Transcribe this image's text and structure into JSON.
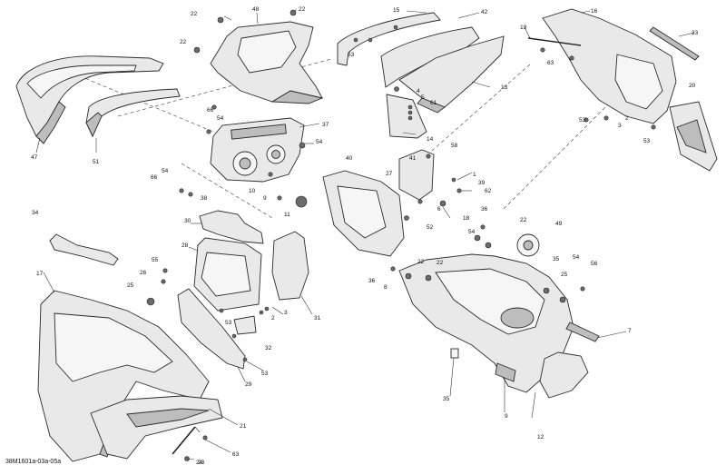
{
  "figure_code": "38M1601a-03a-05a",
  "callouts": [
    {
      "id": "c22a",
      "text": "22"
    },
    {
      "id": "c48",
      "text": "48"
    },
    {
      "id": "c22b",
      "text": "22"
    },
    {
      "id": "c22c",
      "text": "22"
    },
    {
      "id": "c15",
      "text": "15"
    },
    {
      "id": "c42",
      "text": "42"
    },
    {
      "id": "c63a",
      "text": "63"
    },
    {
      "id": "c13",
      "text": "13"
    },
    {
      "id": "c19",
      "text": "19"
    },
    {
      "id": "c16",
      "text": "16"
    },
    {
      "id": "c33",
      "text": "33"
    },
    {
      "id": "c63b",
      "text": "63"
    },
    {
      "id": "c20",
      "text": "20"
    },
    {
      "id": "c47",
      "text": "47"
    },
    {
      "id": "c51a",
      "text": "51"
    },
    {
      "id": "c66a",
      "text": "66"
    },
    {
      "id": "c54a",
      "text": "54"
    },
    {
      "id": "c37",
      "text": "37"
    },
    {
      "id": "c4",
      "text": "4"
    },
    {
      "id": "c5",
      "text": "5"
    },
    {
      "id": "c61",
      "text": "61"
    },
    {
      "id": "c14",
      "text": "14"
    },
    {
      "id": "c2a",
      "text": "2"
    },
    {
      "id": "c3a",
      "text": "3"
    },
    {
      "id": "c53a",
      "text": "53"
    },
    {
      "id": "c53b",
      "text": "53"
    },
    {
      "id": "c54b",
      "text": "54"
    },
    {
      "id": "c58",
      "text": "58"
    },
    {
      "id": "c40",
      "text": "40"
    },
    {
      "id": "c41",
      "text": "41"
    },
    {
      "id": "c27",
      "text": "27"
    },
    {
      "id": "c1",
      "text": "1"
    },
    {
      "id": "c39",
      "text": "39"
    },
    {
      "id": "c62",
      "text": "62"
    },
    {
      "id": "c66b",
      "text": "66"
    },
    {
      "id": "c54c",
      "text": "54"
    },
    {
      "id": "c10",
      "text": "10"
    },
    {
      "id": "c9",
      "text": "9"
    },
    {
      "id": "c38",
      "text": "38"
    },
    {
      "id": "c6",
      "text": "6"
    },
    {
      "id": "c18",
      "text": "18"
    },
    {
      "id": "c11",
      "text": "11"
    },
    {
      "id": "c34",
      "text": "34"
    },
    {
      "id": "c30",
      "text": "30"
    },
    {
      "id": "c52",
      "text": "52"
    },
    {
      "id": "c36a",
      "text": "36"
    },
    {
      "id": "c22d",
      "text": "22"
    },
    {
      "id": "c49",
      "text": "49"
    },
    {
      "id": "c54d",
      "text": "54"
    },
    {
      "id": "c28",
      "text": "28"
    },
    {
      "id": "c55",
      "text": "55"
    },
    {
      "id": "c26",
      "text": "26"
    },
    {
      "id": "c25a",
      "text": "25"
    },
    {
      "id": "c17",
      "text": "17"
    },
    {
      "id": "c36b",
      "text": "36"
    },
    {
      "id": "c22e",
      "text": "22"
    },
    {
      "id": "c22f",
      "text": "22"
    },
    {
      "id": "c35a",
      "text": "35"
    },
    {
      "id": "c54e",
      "text": "54"
    },
    {
      "id": "c25b",
      "text": "25"
    },
    {
      "id": "c56",
      "text": "56"
    },
    {
      "id": "c8",
      "text": "8"
    },
    {
      "id": "c3b",
      "text": "3"
    },
    {
      "id": "c2b",
      "text": "2"
    },
    {
      "id": "c53c",
      "text": "53"
    },
    {
      "id": "c31",
      "text": "31"
    },
    {
      "id": "c32",
      "text": "32"
    },
    {
      "id": "c7",
      "text": "7"
    },
    {
      "id": "c29",
      "text": "29"
    },
    {
      "id": "c53d",
      "text": "53"
    },
    {
      "id": "c35b",
      "text": "35"
    },
    {
      "id": "c21",
      "text": "21"
    },
    {
      "id": "c9b",
      "text": "9"
    },
    {
      "id": "c12",
      "text": "12"
    },
    {
      "id": "c23",
      "text": "23"
    },
    {
      "id": "c63c",
      "text": "63"
    },
    {
      "id": "c24",
      "text": "24"
    }
  ]
}
